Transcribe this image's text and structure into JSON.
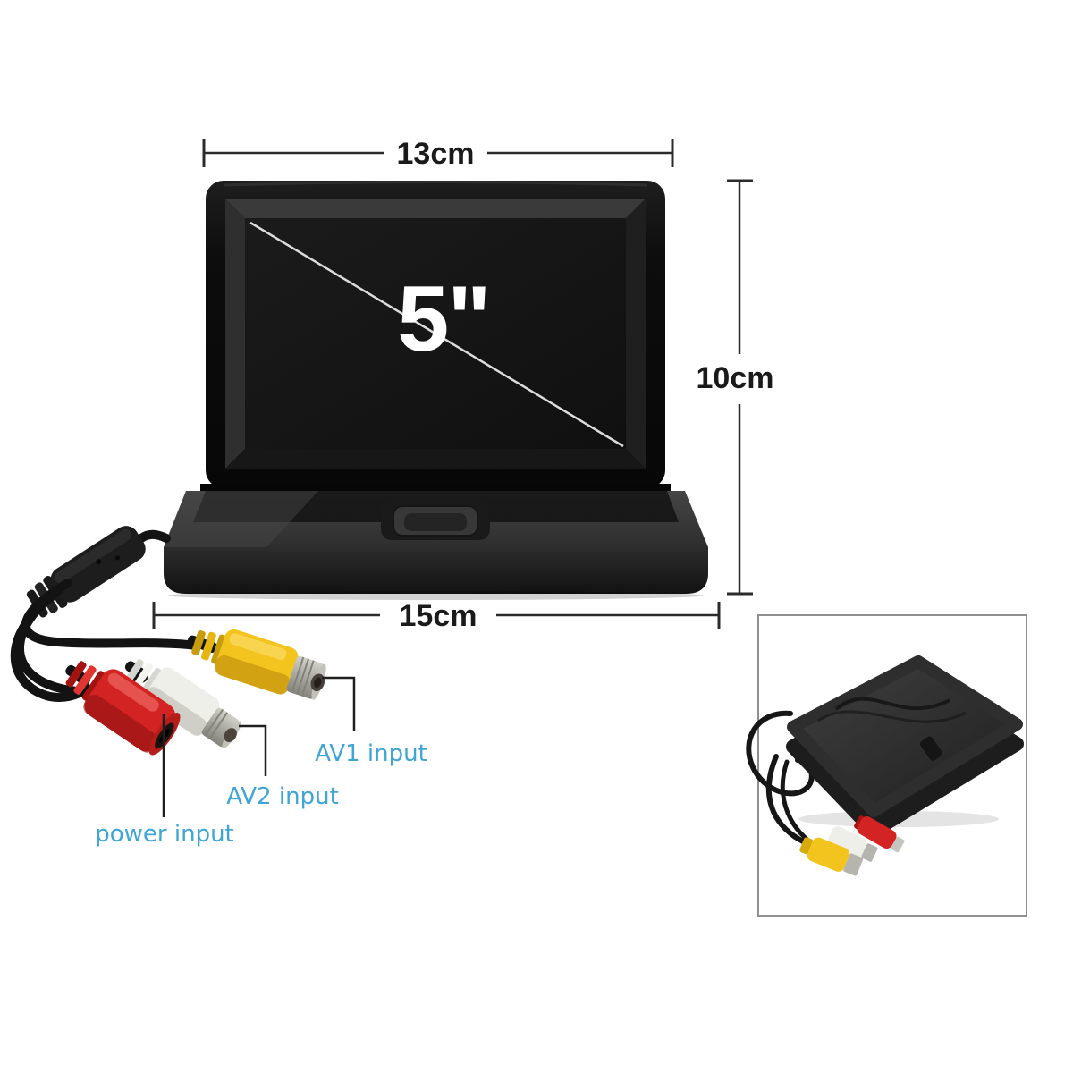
{
  "diagram": {
    "screen_size": "5\"",
    "dimensions": {
      "width": "13cm",
      "height": "10cm",
      "base_width": "15cm"
    },
    "cable_labels": {
      "av1": "AV1 input",
      "av2": "AV2 input",
      "power": "power input"
    },
    "colors": {
      "label_blue": "#3fa5d6",
      "dimension_text": "#1a1a1a",
      "screen_label_white": "#ffffff",
      "connector_yellow": "#f2c41d",
      "connector_white": "#efefe9",
      "connector_red": "#d32322"
    }
  }
}
